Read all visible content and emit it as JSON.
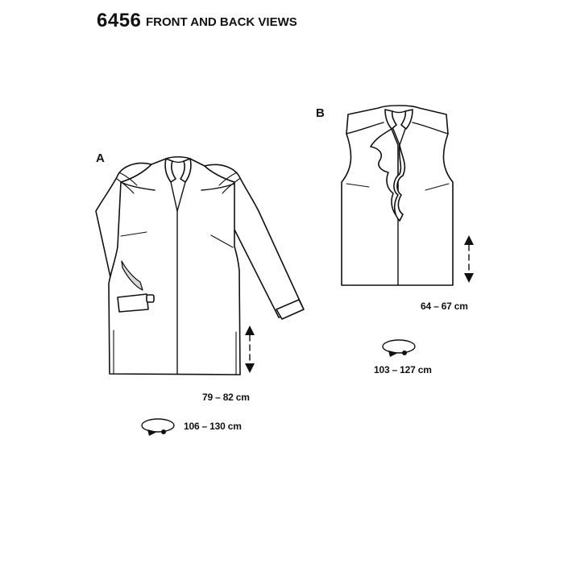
{
  "header": {
    "pattern_number": "6456",
    "title": "FRONT AND BACK VIEWS"
  },
  "views": [
    {
      "label": "A",
      "length": "79 – 82 cm",
      "width": "106 – 130 cm"
    },
    {
      "label": "B",
      "length": "64 – 67 cm",
      "width": "103 – 127 cm"
    }
  ],
  "colors": {
    "line": "#111111",
    "shade": "#d9d9d9",
    "background": "#ffffff"
  },
  "icons": [
    "length-arrow-icon",
    "width-loop-icon"
  ]
}
